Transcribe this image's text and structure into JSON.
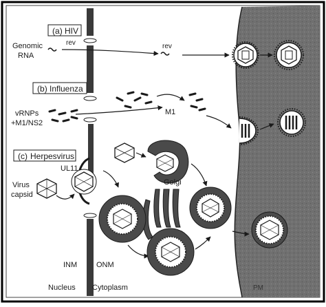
{
  "panels": {
    "hiv": "HIV",
    "influenza": "Influenza",
    "herpes": "Herpesvirus"
  },
  "letters": {
    "a": "a",
    "b": "b",
    "c": "c"
  },
  "labels": {
    "genomic": "Genomic",
    "rna": "RNA",
    "rev_left": "rev",
    "rev_right": "rev",
    "vrnps": "vRNPs",
    "m1ns2": "+M1/NS2",
    "m1": "M1",
    "ul11": "UL11",
    "virus": "Virus",
    "capsid": "capsid",
    "golgi": "Golgi",
    "inm": "INM",
    "onm": "ONM",
    "nucleus": "Nucleus",
    "cytoplasm": "Cytoplasm",
    "pm": "PM"
  },
  "colors": {
    "ink": "#1a1a1a",
    "plasma_membrane": "#6f6f6f",
    "vesicle_fill": "#4a4a4a",
    "nuclear_membrane": "#3a3a3a",
    "frame": "#000000"
  }
}
